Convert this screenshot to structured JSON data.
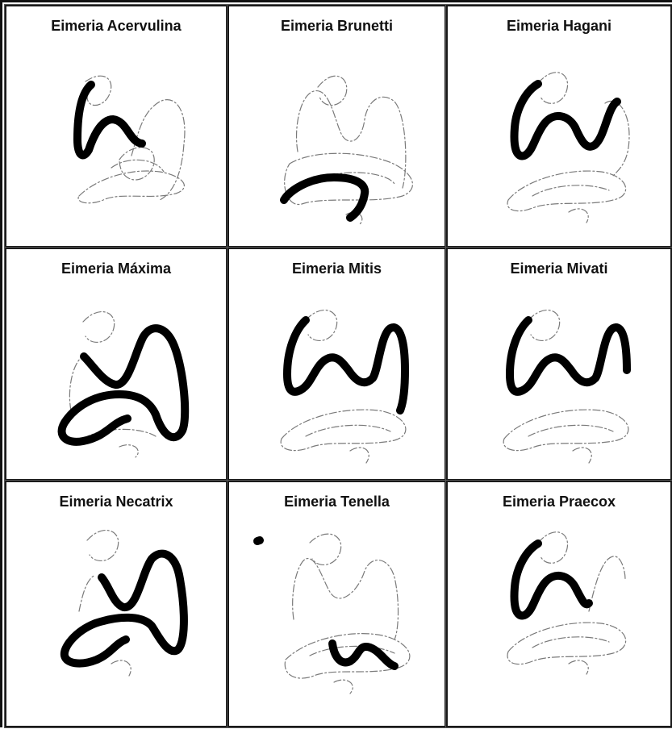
{
  "species": [
    {
      "name": "Eimeria Acervulina",
      "lesion": "duodenum"
    },
    {
      "name": "Eimeria Brunetti",
      "lesion": "lower-intestine"
    },
    {
      "name": "Eimeria Hagani",
      "lesion": "duodenum"
    },
    {
      "name": "Eimeria Máxima",
      "lesion": "mid-intestine"
    },
    {
      "name": "Eimeria Mitis",
      "lesion": "small-intestine"
    },
    {
      "name": "Eimeria Mivati",
      "lesion": "small-intestine"
    },
    {
      "name": "Eimeria Necatrix",
      "lesion": "mid-intestine"
    },
    {
      "name": "Eimeria Tenella",
      "lesion": "ceca"
    },
    {
      "name": "Eimeria Praecox",
      "lesion": "duodenum"
    }
  ]
}
